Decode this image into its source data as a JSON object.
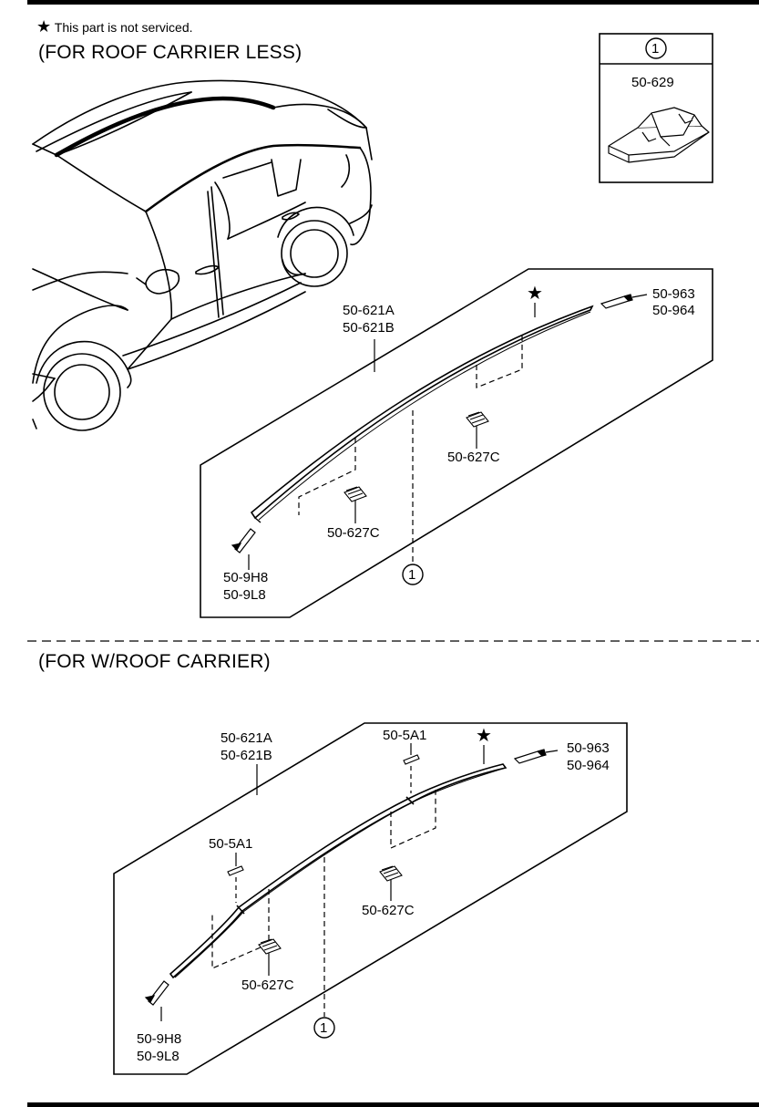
{
  "note": {
    "star_symbol": "★",
    "text": "This part is not serviced."
  },
  "sections": {
    "roof_carrier_less": {
      "title": "(FOR ROOF CARRIER LESS)",
      "inset": {
        "circle": "1",
        "part": "50-629"
      },
      "labels": {
        "molding": [
          "50-621A",
          "50-621B"
        ],
        "end_cap_rear": [
          "50-963",
          "50-964"
        ],
        "clip_upper": "50-627C",
        "clip_lower": "50-627C",
        "end_cap_front": [
          "50-9H8",
          "50-9L8"
        ],
        "callout": "1"
      }
    },
    "with_roof_carrier": {
      "title": "(FOR W/ROOF CARRIER)",
      "labels": {
        "molding": [
          "50-621A",
          "50-621B"
        ],
        "joint_upper": "50-5A1",
        "joint_lower": "50-5A1",
        "end_cap_rear": [
          "50-963",
          "50-964"
        ],
        "clip_upper": "50-627C",
        "clip_lower": "50-627C",
        "end_cap_front": [
          "50-9H8",
          "50-9L8"
        ],
        "callout": "1"
      }
    }
  }
}
